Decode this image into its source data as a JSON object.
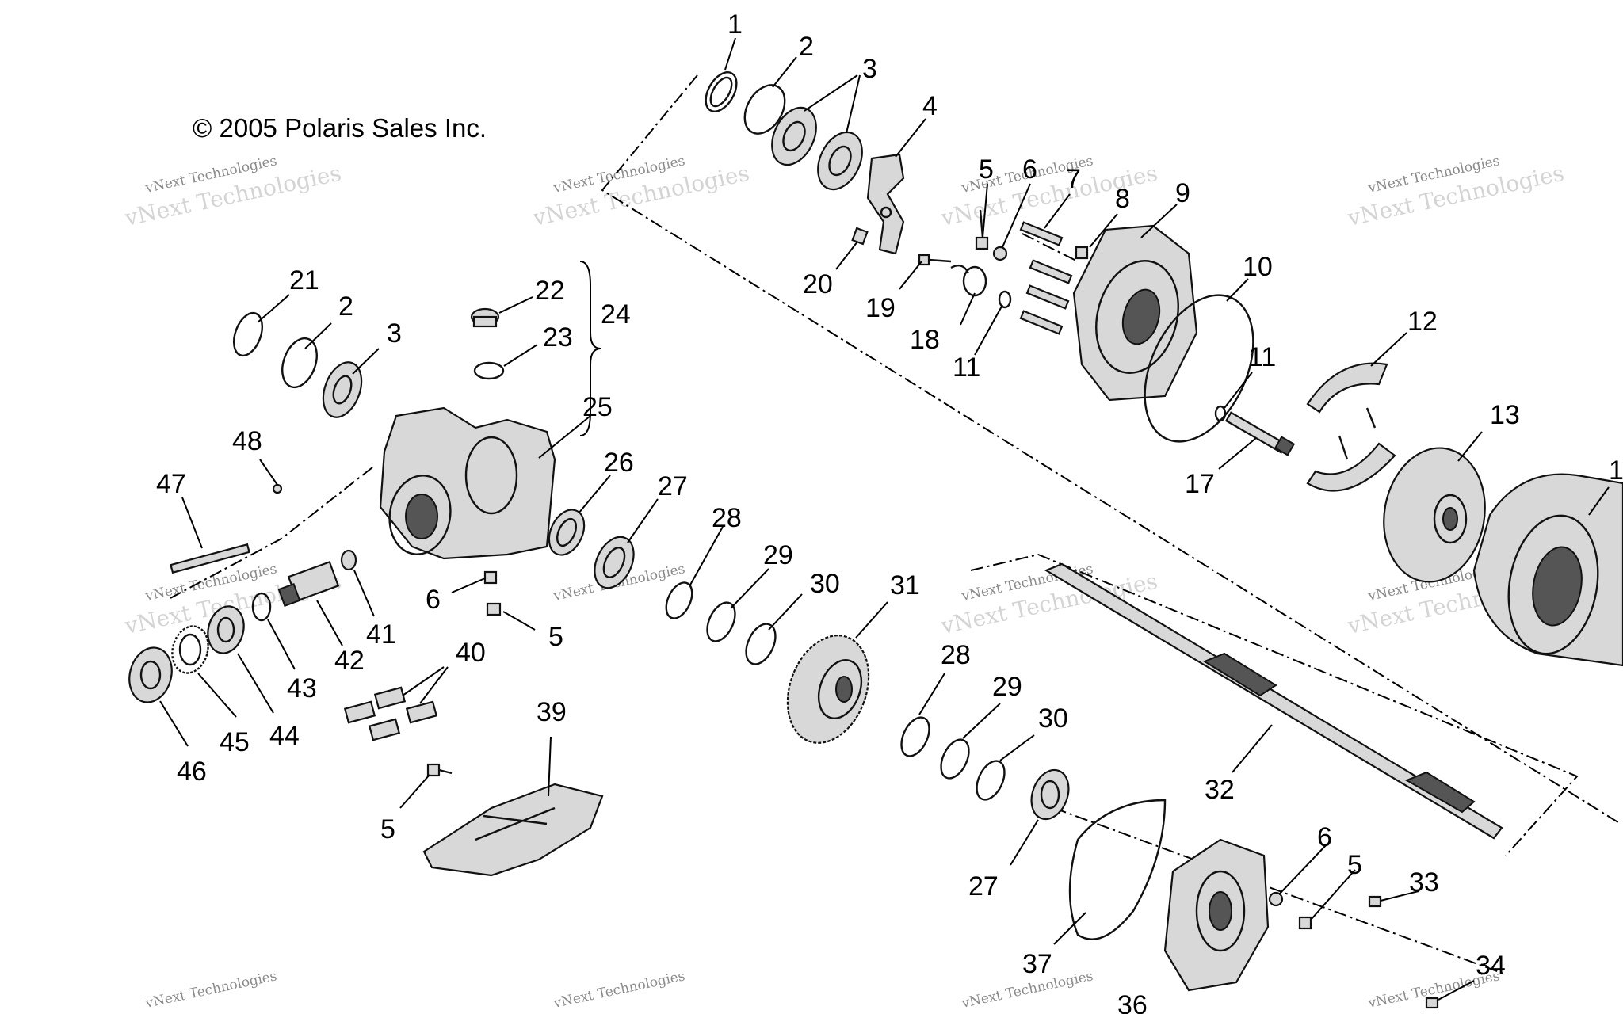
{
  "copyright": "© 2005 Polaris Sales Inc.",
  "watermark": {
    "line1": "vNext Technologies",
    "line2": "vNext Technologies"
  },
  "callouts": [
    {
      "id": "c1",
      "label": "1"
    },
    {
      "id": "c2a",
      "label": "2"
    },
    {
      "id": "c3a",
      "label": "3"
    },
    {
      "id": "c4",
      "label": "4"
    },
    {
      "id": "c5a",
      "label": "5"
    },
    {
      "id": "c6a",
      "label": "6"
    },
    {
      "id": "c7",
      "label": "7"
    },
    {
      "id": "c8",
      "label": "8"
    },
    {
      "id": "c9",
      "label": "9"
    },
    {
      "id": "c10",
      "label": "10"
    },
    {
      "id": "c11a",
      "label": "11"
    },
    {
      "id": "c11b",
      "label": "11"
    },
    {
      "id": "c12",
      "label": "12"
    },
    {
      "id": "c13",
      "label": "13"
    },
    {
      "id": "c14",
      "label": "1"
    },
    {
      "id": "c17",
      "label": "17"
    },
    {
      "id": "c18",
      "label": "18"
    },
    {
      "id": "c19",
      "label": "19"
    },
    {
      "id": "c20",
      "label": "20"
    },
    {
      "id": "c21",
      "label": "21"
    },
    {
      "id": "c2b",
      "label": "2"
    },
    {
      "id": "c3b",
      "label": "3"
    },
    {
      "id": "c22",
      "label": "22"
    },
    {
      "id": "c23",
      "label": "23"
    },
    {
      "id": "c24",
      "label": "24"
    },
    {
      "id": "c25",
      "label": "25"
    },
    {
      "id": "c26",
      "label": "26"
    },
    {
      "id": "c27a",
      "label": "27"
    },
    {
      "id": "c28a",
      "label": "28"
    },
    {
      "id": "c29a",
      "label": "29"
    },
    {
      "id": "c30a",
      "label": "30"
    },
    {
      "id": "c31",
      "label": "31"
    },
    {
      "id": "c48",
      "label": "48"
    },
    {
      "id": "c47",
      "label": "47"
    },
    {
      "id": "c6b",
      "label": "6"
    },
    {
      "id": "c5b",
      "label": "5"
    },
    {
      "id": "c41",
      "label": "41"
    },
    {
      "id": "c42",
      "label": "42"
    },
    {
      "id": "c43",
      "label": "43"
    },
    {
      "id": "c40",
      "label": "40"
    },
    {
      "id": "c44",
      "label": "44"
    },
    {
      "id": "c45",
      "label": "45"
    },
    {
      "id": "c46",
      "label": "46"
    },
    {
      "id": "c39",
      "label": "39"
    },
    {
      "id": "c5c",
      "label": "5"
    },
    {
      "id": "c28b",
      "label": "28"
    },
    {
      "id": "c29b",
      "label": "29"
    },
    {
      "id": "c30b",
      "label": "30"
    },
    {
      "id": "c32",
      "label": "32"
    },
    {
      "id": "c27b",
      "label": "27"
    },
    {
      "id": "c37",
      "label": "37"
    },
    {
      "id": "c6c",
      "label": "6"
    },
    {
      "id": "c5d",
      "label": "5"
    },
    {
      "id": "c33",
      "label": "33"
    },
    {
      "id": "c34",
      "label": "34"
    },
    {
      "id": "c36",
      "label": "36"
    }
  ]
}
